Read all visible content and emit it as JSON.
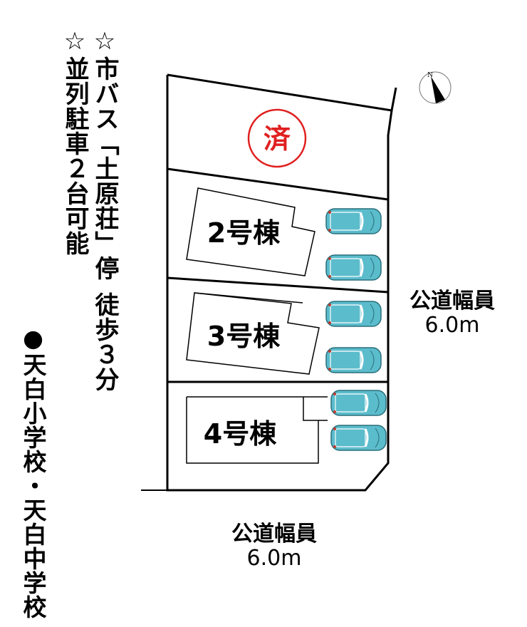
{
  "notes": {
    "bus": "☆市バス「土原荘」停",
    "walk": "徒歩３分",
    "parking": "☆並列駐車２台可能",
    "schools": "●天白小学校・天白中学校"
  },
  "lots": [
    {
      "label": "済",
      "status": "sold",
      "color": "#e02020"
    },
    {
      "label": "2号棟",
      "parking_spaces": 2
    },
    {
      "label": "3号棟",
      "parking_spaces": 2
    },
    {
      "label": "4号棟",
      "parking_spaces": 2
    }
  ],
  "roads": {
    "east": {
      "name": "公道幅員",
      "width": "6.0m"
    },
    "south": {
      "name": "公道幅員",
      "width": "6.0m"
    }
  },
  "compass": {
    "label": "N",
    "icon": "north-arrow-icon"
  },
  "colors": {
    "car": "#5bbccc",
    "sold": "#e02020",
    "lines": "#000000"
  }
}
